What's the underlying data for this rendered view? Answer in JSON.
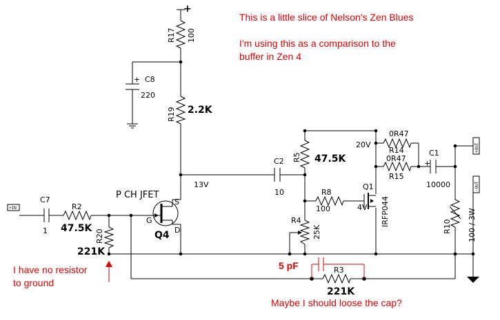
{
  "notes": {
    "title": "This is a little slice of Nelson's Zen Blues",
    "comparison_line1": "I'm using this as a comparison to the",
    "comparison_line2": "buffer in Zen 4",
    "no_resistor_line1": "I have no resistor",
    "no_resistor_line2": "to ground",
    "cap_value": "5 pF",
    "loose_cap": "Maybe I should loose the cap?"
  },
  "supply": {
    "plus": "+"
  },
  "nets": {
    "v13": "13V",
    "v20": "20V",
    "v4": "4V"
  },
  "ports": {
    "input": "+IN",
    "output": "+OUT",
    "output_neg": "-OUT"
  },
  "components": {
    "R17": {
      "ref": "R17",
      "value": "100"
    },
    "C8": {
      "ref": "C8",
      "value": "220",
      "polarity": "+"
    },
    "R19": {
      "ref": "R19",
      "value": "2.2K"
    },
    "C7": {
      "ref": "C7",
      "value": "1"
    },
    "R2": {
      "ref": "R2",
      "value": "47.5K"
    },
    "R20": {
      "ref": "R20",
      "value": "221K"
    },
    "Q4": {
      "ref": "Q4",
      "type": "P CH JFET",
      "gate": "G",
      "source": "S",
      "drain": "D"
    },
    "C2": {
      "ref": "C2",
      "value": "10"
    },
    "R5": {
      "ref": "R5",
      "value": "47.5K"
    },
    "R4": {
      "ref": "R4",
      "value": "25K"
    },
    "R8": {
      "ref": "R8",
      "value": "100"
    },
    "Q1": {
      "ref": "Q1",
      "value": "IRFP044"
    },
    "R14": {
      "ref": "R14",
      "value": "0R47"
    },
    "R15": {
      "ref": "R15",
      "value": "0R47"
    },
    "C1": {
      "ref": "C1",
      "value": "10000",
      "polarity": "+"
    },
    "R10": {
      "ref": "R10",
      "value": "100 / 3W"
    },
    "R3": {
      "ref": "R3",
      "value": "221K"
    }
  },
  "colors": {
    "wire": "#000000",
    "annotation": "#e00000"
  }
}
